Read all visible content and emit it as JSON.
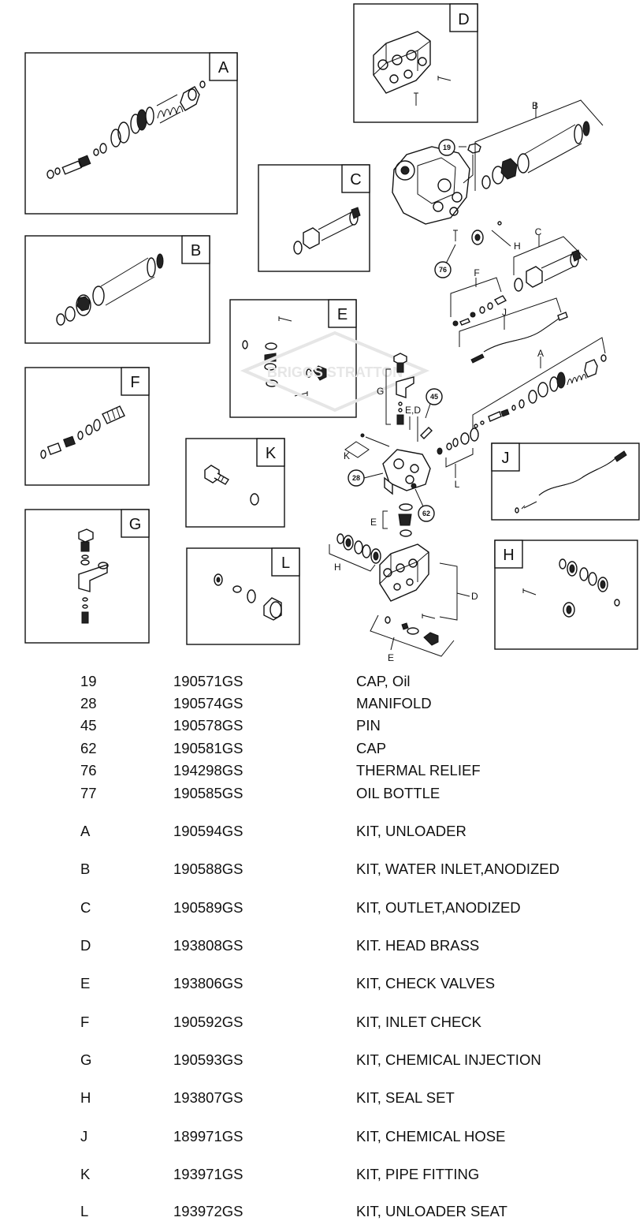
{
  "watermark": "BRIGGS  STRATTON",
  "kit_boxes": [
    {
      "letter": "A",
      "name": "kit-box-a"
    },
    {
      "letter": "B",
      "name": "kit-box-b"
    },
    {
      "letter": "C",
      "name": "kit-box-c"
    },
    {
      "letter": "D",
      "name": "kit-box-d"
    },
    {
      "letter": "E",
      "name": "kit-box-e"
    },
    {
      "letter": "F",
      "name": "kit-box-f"
    },
    {
      "letter": "G",
      "name": "kit-box-g"
    },
    {
      "letter": "H",
      "name": "kit-box-h"
    },
    {
      "letter": "J",
      "name": "kit-box-j"
    },
    {
      "letter": "K",
      "name": "kit-box-k"
    },
    {
      "letter": "L",
      "name": "kit-box-l"
    }
  ],
  "exploded_labels": {
    "a": "A",
    "b": "B",
    "c": "C",
    "d": "D",
    "e": "E",
    "e2": "E",
    "ed": "E,D",
    "f": "F",
    "g": "G",
    "h": "H",
    "h2": "H",
    "j": "J",
    "k": "K",
    "l": "L"
  },
  "callouts": {
    "c19": "19",
    "c76": "76",
    "c45": "45",
    "c28": "28",
    "c62": "62"
  },
  "parts": [
    {
      "ref": "19",
      "part_no": "190571GS",
      "description": "CAP, Oil"
    },
    {
      "ref": "28",
      "part_no": "190574GS",
      "description": "MANIFOLD"
    },
    {
      "ref": "45",
      "part_no": "190578GS",
      "description": "PIN"
    },
    {
      "ref": "62",
      "part_no": "190581GS",
      "description": "CAP"
    },
    {
      "ref": "76",
      "part_no": "194298GS",
      "description": "THERMAL RELIEF"
    },
    {
      "ref": "77",
      "part_no": "190585GS",
      "description": "OIL BOTTLE"
    },
    {
      "ref": "A",
      "part_no": "190594GS",
      "description": "KIT, UNLOADER"
    },
    {
      "ref": "B",
      "part_no": "190588GS",
      "description": "KIT, WATER INLET,ANODIZED"
    },
    {
      "ref": "C",
      "part_no": "190589GS",
      "description": "KIT, OUTLET,ANODIZED"
    },
    {
      "ref": "D",
      "part_no": "193808GS",
      "description": "KIT. HEAD BRASS"
    },
    {
      "ref": "E",
      "part_no": "193806GS",
      "description": "KIT, CHECK VALVES"
    },
    {
      "ref": "F",
      "part_no": "190592GS",
      "description": "KIT, INLET CHECK"
    },
    {
      "ref": "G",
      "part_no": "190593GS",
      "description": "KIT, CHEMICAL INJECTION"
    },
    {
      "ref": "H",
      "part_no": "193807GS",
      "description": "KIT, SEAL SET"
    },
    {
      "ref": "J",
      "part_no": "189971GS",
      "description": "KIT, CHEMICAL HOSE"
    },
    {
      "ref": "K",
      "part_no": "193971GS",
      "description": "KIT, PIPE FITTING"
    },
    {
      "ref": "L",
      "part_no": "193972GS",
      "description": "KIT, UNLOADER SEAT"
    }
  ]
}
